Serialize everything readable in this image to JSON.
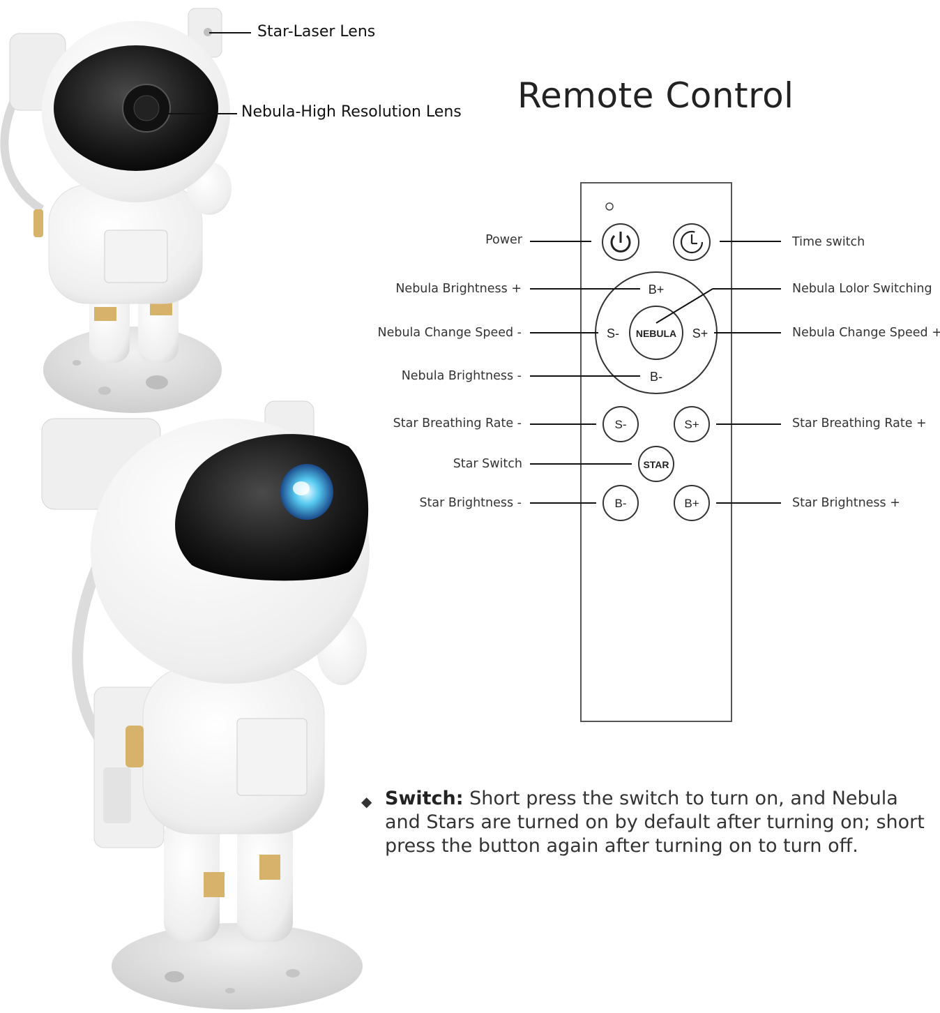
{
  "callouts": {
    "star_laser_lens": "Star-Laser Lens",
    "nebula_lens": "Nebula-High Resolution Lens"
  },
  "title": "Remote Control",
  "labels": {
    "power": "Power",
    "time_switch": "Time switch",
    "nebula_brightness_plus": "Nebula Brightness +",
    "nebula_color_switching": "Nebula Lolor Switching",
    "nebula_speed_minus": "Nebula Change Speed -",
    "nebula_speed_plus": "Nebula Change Speed +",
    "nebula_brightness_minus": "Nebula Brightness -",
    "star_breathing_minus": "Star Breathing Rate -",
    "star_breathing_plus": "Star Breathing Rate +",
    "star_switch": "Star Switch",
    "star_brightness_minus": "Star Brightness -",
    "star_brightness_plus": "Star Brightness +"
  },
  "remote_buttons": {
    "ring_top": "B+",
    "ring_bottom": "B-",
    "ring_left": "S-",
    "ring_right": "S+",
    "center": "NEBULA",
    "star_speed_minus": "S-",
    "star_speed_plus": "S+",
    "star": "STAR",
    "star_bright_minus": "B-",
    "star_bright_plus": "B+"
  },
  "note": {
    "bullet": "◆",
    "heading": "Switch:",
    "text": " Short press the switch to turn on, and Nebula and Stars are turned on by default after turning on; short press the button again after turning on to turn off."
  }
}
